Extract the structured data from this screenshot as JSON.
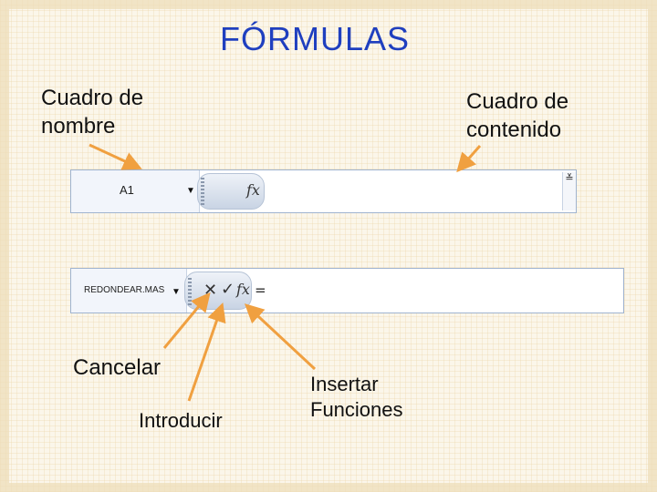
{
  "slide": {
    "title": "FÓRMULAS"
  },
  "labels": {
    "name_box_line1": "Cuadro de",
    "name_box_line2": "nombre",
    "content_box_line1": "Cuadro de",
    "content_box_line2": "contenido",
    "cancel": "Cancelar",
    "enter": "Introducir",
    "insert_line1": "Insertar",
    "insert_line2": "Funciones"
  },
  "formula_bar_1": {
    "name_box_value": "A1",
    "dropdown_icon": "triangle-down",
    "fx_icon": "fx",
    "expand_icon": "chevron-double-down"
  },
  "formula_bar_2": {
    "name_box_value": "REDONDEAR.MAS",
    "dropdown_icon": "triangle-down",
    "cancel_icon": "x",
    "enter_icon": "check",
    "fx_icon": "fx",
    "equals_text": "="
  },
  "colors": {
    "title": "#1f3fbf",
    "arrow": "#f0a040"
  }
}
